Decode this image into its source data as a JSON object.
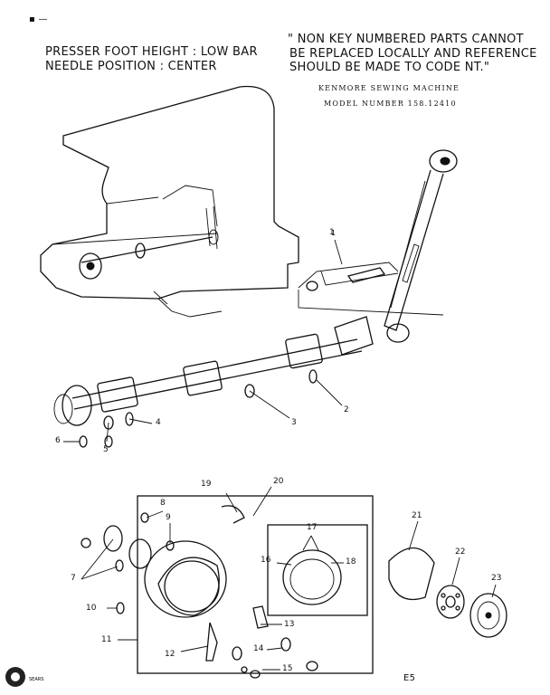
{
  "header": {
    "top_mark": "▪ —",
    "presser_line": "PRESSER FOOT HEIGHT : LOW BAR",
    "needle_line": "NEEDLE POSITION : CENTER",
    "notice_line1": "\" NON KEY NUMBERED PARTS CANNOT",
    "notice_line2": "BE REPLACED LOCALLY AND REFERENCE",
    "notice_line3": "SHOULD BE MADE TO CODE NT.\"",
    "brand": "KENMORE SEWING MACHINE",
    "model": "MODEL NUMBER 158.12410"
  },
  "callouts": [
    "1",
    "2",
    "3",
    "4",
    "5",
    "6",
    "7",
    "8",
    "9",
    "10",
    "11",
    "12",
    "13",
    "14",
    "15",
    "16",
    "17",
    "18",
    "19",
    "20",
    "21",
    "22",
    "23"
  ],
  "footer": {
    "page_code": "E5"
  },
  "icons": [
    "sewing-machine-outline-icon",
    "lower-shaft-icon",
    "crank-rod-icon",
    "hook-assembly-icon",
    "bobbin-case-icon",
    "bobbin-icon",
    "logo-stamp-icon"
  ]
}
